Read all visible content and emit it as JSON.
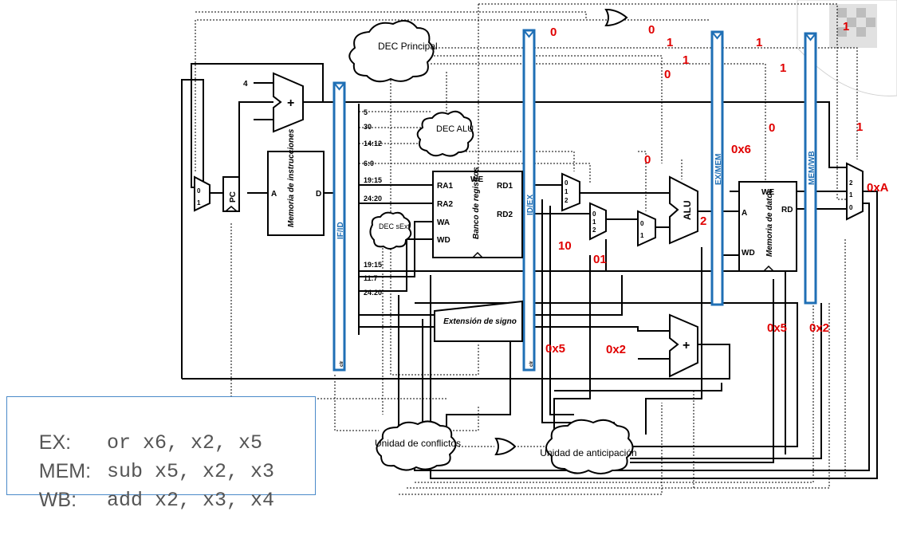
{
  "numbers": {
    "adder_const": "4",
    "mux_in0": "0",
    "mux_in1": "1",
    "mux_in2": "2"
  },
  "blocks": {
    "pc": "PC",
    "imem": "Memoria de instrucciones",
    "imem_in": "A",
    "imem_out": "D",
    "dec_principal": "DEC Principal",
    "dec_alu": "DEC ALU",
    "dec_sext": "DEC sExt",
    "regfile": "Banco de registros",
    "regfile_ports": {
      "ra1": "RA1",
      "ra2": "RA2",
      "wa": "WA",
      "wd": "WD",
      "we": "WE",
      "rd1": "RD1",
      "rd2": "RD2"
    },
    "sign_ext": "Extensión de signo",
    "alu": "ALU",
    "dmem": "Memoria de datos",
    "dmem_ports": {
      "a": "A",
      "rd": "RD",
      "wd": "WD",
      "we": "WE"
    },
    "conflicts": "Unidad de conflictos",
    "forwarding": "Unidad de anticipación"
  },
  "pipeline_regs": {
    "if_id": "IF/ID",
    "id_ex": "ID/EX",
    "ex_mem": "EX/MEM",
    "mem_wb": "MEM/WB",
    "reg_marker": "clr"
  },
  "instr_fields": {
    "f1": "5",
    "f2": "30",
    "f3": "14:12",
    "f4": "6:0",
    "f5": "19:15",
    "f6": "24:20",
    "f7": "19:15",
    "f8": "11:7",
    "f9": "24:20"
  },
  "signal_values": {
    "v_top0": "0",
    "v_or_out0": "0",
    "v_a1": "1",
    "v_a2": "1",
    "v_a3": "1",
    "v_a4": "1",
    "v_a5": "1",
    "v_b0": "0",
    "v_exmem_we": "0",
    "v_wb_sel": "1",
    "v_exmem_res": "0x6",
    "v_alusrc": "0",
    "v_mem_out": "0xA",
    "v_alu_ctrl": "2",
    "v_fwdA": "10",
    "v_fwdB": "01",
    "v_rs1": "0x5",
    "v_rs2": "0x2",
    "v_mem_rd": "0x5",
    "v_wb_rd": "0x2"
  },
  "code": {
    "lines": [
      {
        "stage": "EX:",
        "instr": "or x6, x2, x5"
      },
      {
        "stage": "MEM:",
        "instr": "sub x5, x2, x3"
      },
      {
        "stage": "WB:",
        "instr": "add x2, x3, x4"
      }
    ]
  }
}
